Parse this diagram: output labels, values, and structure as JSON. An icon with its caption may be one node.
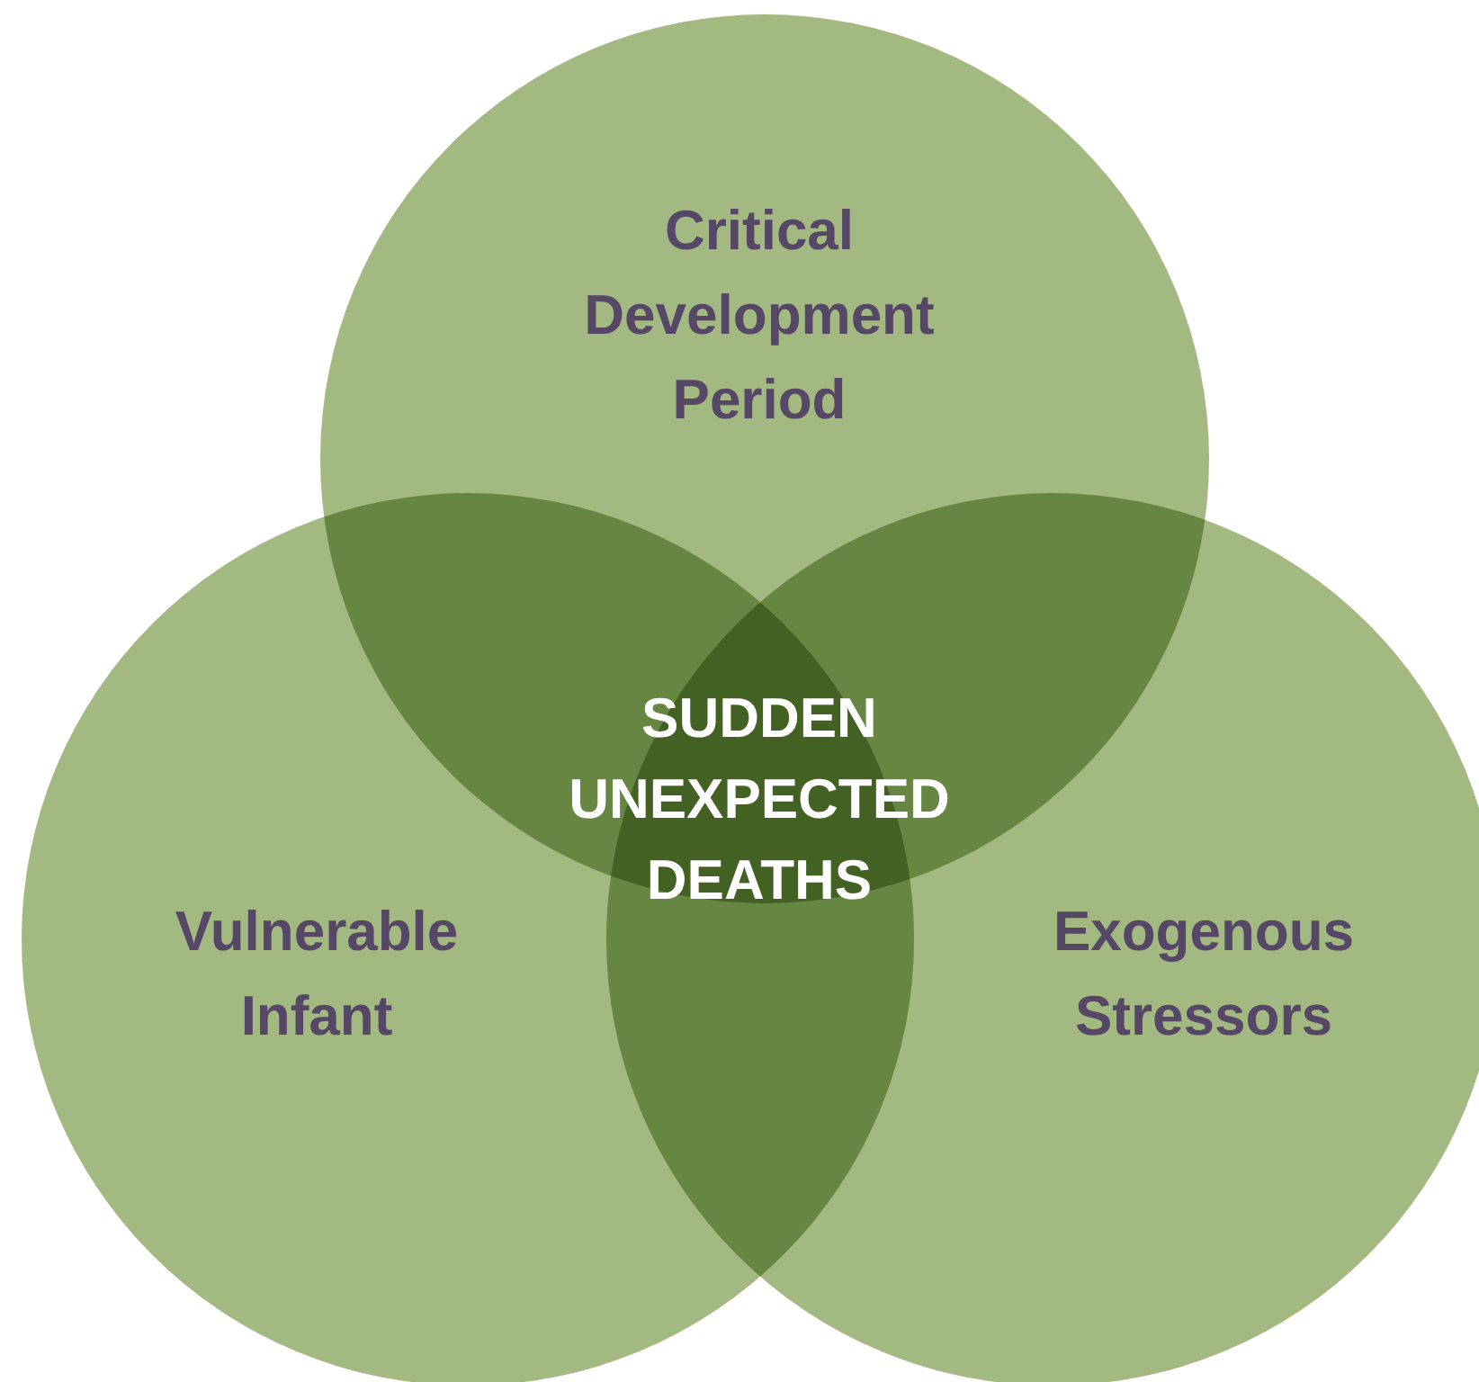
{
  "diagram": {
    "nodes": [
      {
        "text": [
          "Critical Development Period"
        ]
      },
      {
        "text": [
          "Vulnerable Infant"
        ]
      },
      {
        "text": [
          "Exogenous Stressors"
        ]
      }
    ],
    "labels": [
      "SUDDEN UNEXPECTED DEATHS"
    ]
  }
}
